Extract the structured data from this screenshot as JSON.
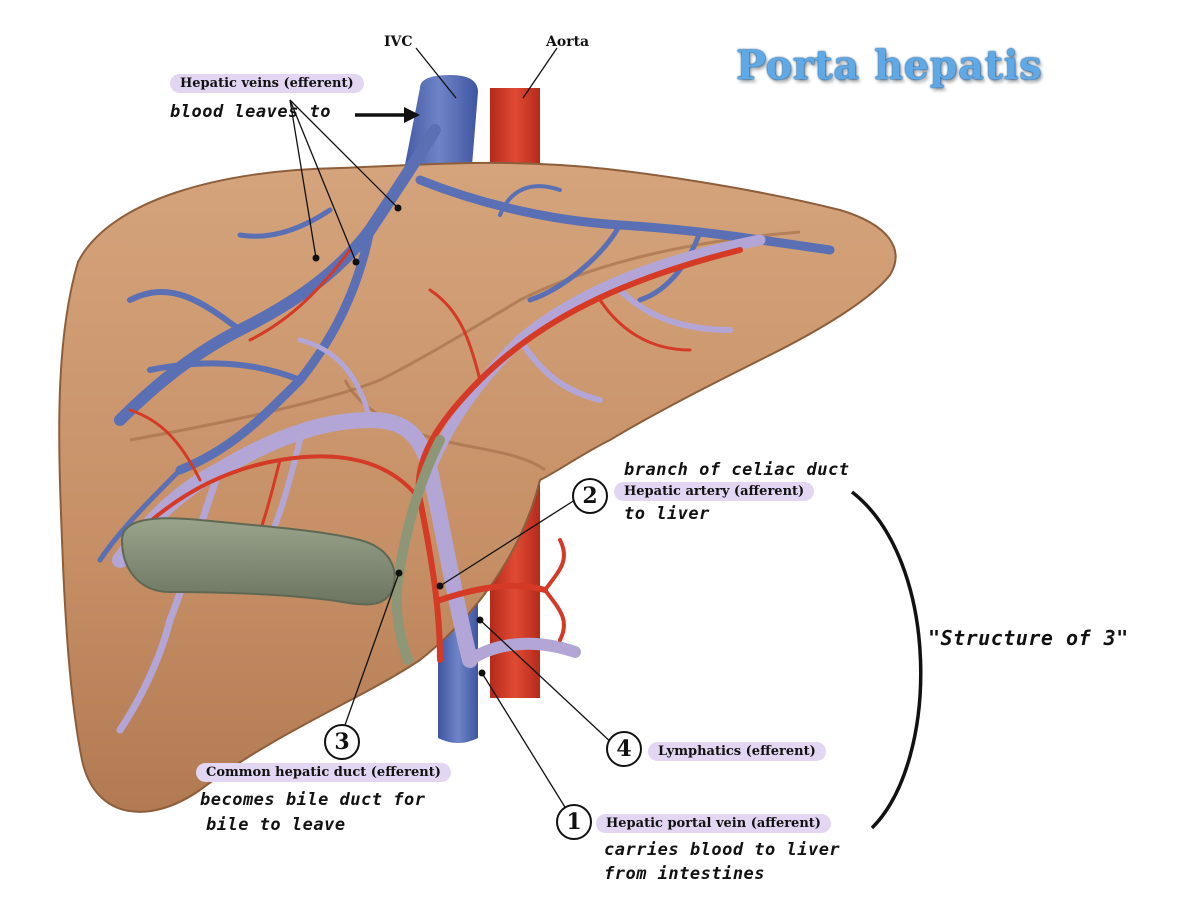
{
  "title": "Porta hepatis",
  "vessels": {
    "ivc": "IVC",
    "aorta": "Aorta"
  },
  "labels": {
    "hepatic_veins": {
      "text": "Hepatic veins (efferent)",
      "note": "blood leaves to"
    },
    "hepatic_artery": {
      "number": "2",
      "text": "Hepatic artery (afferent)",
      "note_above": "branch of celiac duct",
      "note_below": "to liver"
    },
    "common_hepatic_duct": {
      "number": "3",
      "text": "Common hepatic duct (efferent)",
      "note_line1": "becomes bile duct for",
      "note_line2": "bile  to leave"
    },
    "lymphatics": {
      "number": "4",
      "text": "Lymphatics (efferent)"
    },
    "hepatic_portal_vein": {
      "number": "1",
      "text": "Hepatic portal vein (afferent)",
      "note_line1": "carries blood to liver",
      "note_line2": "from intestines"
    }
  },
  "group_note": "\"Structure of 3\"",
  "colors": {
    "liver": "#c8956c",
    "liver_dark": "#a9754f",
    "vein_blue": "#5a6fb4",
    "portal_lavender": "#b3a6d6",
    "artery_red": "#d43a26",
    "gallbladder": "#7f8a73",
    "label_bg": "#e2d6f2",
    "title_blue": "#5ea9e6"
  }
}
